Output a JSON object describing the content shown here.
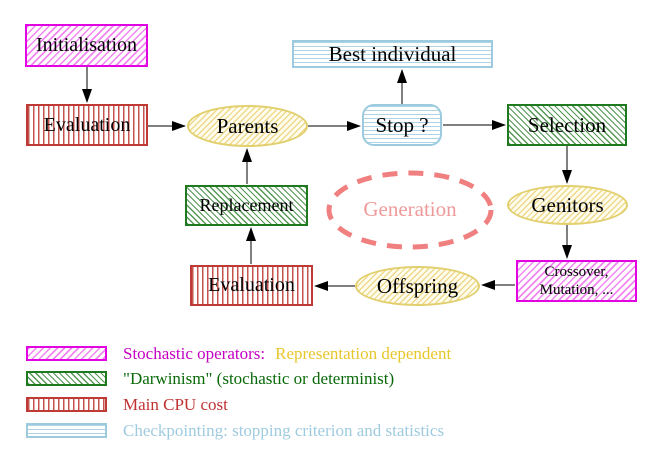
{
  "diagram": {
    "nodes": {
      "initialisation": "Initialisation",
      "evaluation_top": "Evaluation",
      "parents": "Parents",
      "best_individual": "Best individual",
      "stop": "Stop ?",
      "selection": "Selection",
      "genitors": "Genitors",
      "crossover_line1": "Crossover,",
      "crossover_line2": "Mutation, ...",
      "offspring": "Offspring",
      "evaluation_bottom": "Evaluation",
      "replacement": "Replacement",
      "generation": "Generation"
    },
    "edges": [
      {
        "from": "Initialisation",
        "to": "Evaluation"
      },
      {
        "from": "Evaluation",
        "to": "Parents"
      },
      {
        "from": "Parents",
        "to": "Stop ?"
      },
      {
        "from": "Stop ?",
        "to": "Best individual"
      },
      {
        "from": "Stop ?",
        "to": "Selection"
      },
      {
        "from": "Selection",
        "to": "Genitors"
      },
      {
        "from": "Genitors",
        "to": "Crossover, Mutation, ..."
      },
      {
        "from": "Crossover, Mutation, ...",
        "to": "Offspring"
      },
      {
        "from": "Offspring",
        "to": "Evaluation"
      },
      {
        "from": "Evaluation",
        "to": "Replacement"
      },
      {
        "from": "Replacement",
        "to": "Parents"
      }
    ]
  },
  "legend": {
    "items": [
      {
        "swatch": "magenta-diagonal-hatch",
        "parts": [
          {
            "text": "Stochastic operators:",
            "color": "#c400c4"
          },
          {
            "text": "Representation dependent",
            "color": "#e8c62c"
          }
        ]
      },
      {
        "swatch": "green-diagonal-hatch",
        "parts": [
          {
            "text": "\"Darwinism\" (stochastic or determinist)",
            "color": "#0a690a"
          }
        ]
      },
      {
        "swatch": "red-vertical-hatch",
        "parts": [
          {
            "text": "Main CPU cost",
            "color": "#c03232"
          }
        ]
      },
      {
        "swatch": "cyan-horizontal-hatch",
        "parts": [
          {
            "text": "Checkpointing: stopping criterion and statistics",
            "color": "#9fcbe0"
          }
        ]
      }
    ]
  },
  "colors": {
    "magenta_border": "#e203e2",
    "green_border": "#1f7a1f",
    "red_border": "#bf3a34",
    "cyan_border": "#9ccade",
    "yellow_border": "#e2cf6e",
    "generation_dash": "#f08080",
    "generation_text": "#ef9a9a",
    "arrow": "#000000",
    "background": "#ffffff"
  }
}
